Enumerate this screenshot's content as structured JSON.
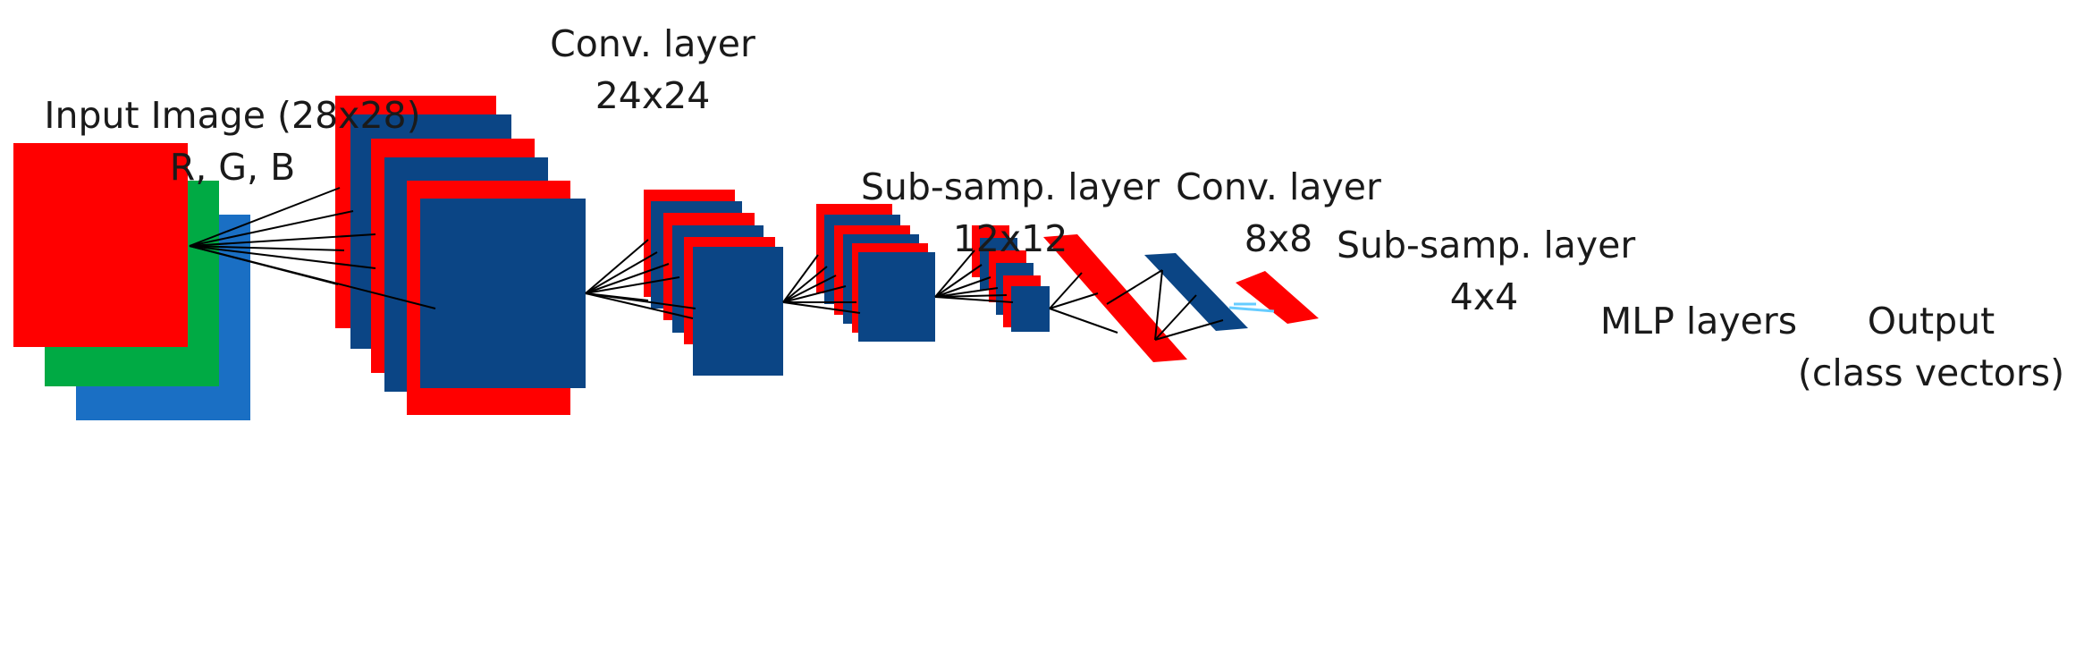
{
  "labels": {
    "input": {
      "line1": "Input Image (28x28)",
      "line2": "R, G, B"
    },
    "conv1": {
      "line1": "Conv. layer",
      "line2": "24x24"
    },
    "sub1": {
      "line1": "Sub-samp. layer",
      "line2": "12x12"
    },
    "conv2": {
      "line1": "Conv. layer",
      "line2": "8x8"
    },
    "sub2": {
      "line1": "Sub-samp. layer",
      "line2": "4x4"
    },
    "mlp": {
      "line1": "MLP layers"
    },
    "output": {
      "line1": "Output",
      "line2": "(class vectors)"
    }
  },
  "colors": {
    "red": "#ff0000",
    "green": "#00aa44",
    "blue": "#1a6fc4",
    "navy": "#0b4585",
    "line": "#000000",
    "light_blue": "#66ccff"
  }
}
